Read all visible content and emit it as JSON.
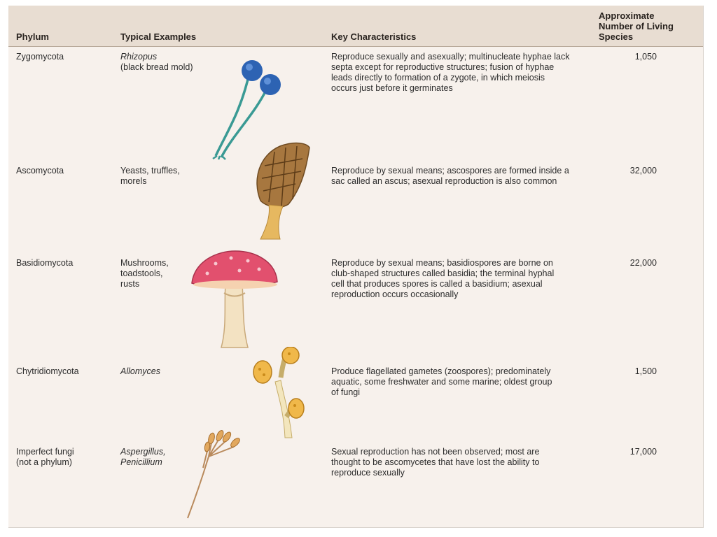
{
  "table": {
    "headers": {
      "phylum": "Phylum",
      "examples": "Typical Examples",
      "key": "Key Characteristics",
      "species": [
        "Approximate",
        "Number of Living",
        "Species"
      ]
    },
    "rows": [
      {
        "phylum": [
          "Zygomycota"
        ],
        "examples": [
          "Rhizopus",
          "(black bread mold)"
        ],
        "examples_italic": [
          true,
          false
        ],
        "key": [
          "Reproduce sexually and asexually; multinucleate hyphae lack",
          "septa except for reproductive structures; fusion of hyphae",
          "leads directly to formation of a zygote, in which meiosis",
          "occurs just before it germinates"
        ],
        "count": "1,050",
        "illustration": "rhizopus-illustration"
      },
      {
        "phylum": [
          "Ascomycota"
        ],
        "examples": [
          "Yeasts, truffles,",
          "morels"
        ],
        "examples_italic": [
          false,
          false
        ],
        "key": [
          "Reproduce by sexual means; ascospores are formed inside a",
          "sac called an ascus; asexual reproduction is also common"
        ],
        "count": "32,000",
        "illustration": "morel-illustration"
      },
      {
        "phylum": [
          "Basidiomycota"
        ],
        "examples": [
          "Mushrooms,",
          "toadstools,",
          "rusts"
        ],
        "examples_italic": [
          false,
          false,
          false
        ],
        "key": [
          "Reproduce by sexual means; basidiospores are borne on",
          "club-shaped structures called basidia; the terminal hyphal",
          "cell that produces spores is called a basidium; asexual",
          "reproduction occurs occasionally"
        ],
        "count": "22,000",
        "illustration": "mushroom-illustration"
      },
      {
        "phylum": [
          "Chytridiomycota"
        ],
        "examples": [
          "Allomyces"
        ],
        "examples_italic": [
          true
        ],
        "key": [
          "Produce flagellated gametes (zoospores); predominately",
          "aquatic, some freshwater and some marine; oldest group",
          "of fungi"
        ],
        "count": "1,500",
        "illustration": "allomyces-illustration"
      },
      {
        "phylum": [
          "Imperfect fungi",
          "(not a phylum)"
        ],
        "examples": [
          "Aspergillus,",
          "Penicillium"
        ],
        "examples_italic": [
          true,
          true
        ],
        "key": [
          "Sexual reproduction has not been observed; most are",
          "thought to be ascomycetes that have lost the ability to",
          "reproduce sexually"
        ],
        "count": "17,000",
        "illustration": "aspergillus-illustration"
      }
    ]
  }
}
